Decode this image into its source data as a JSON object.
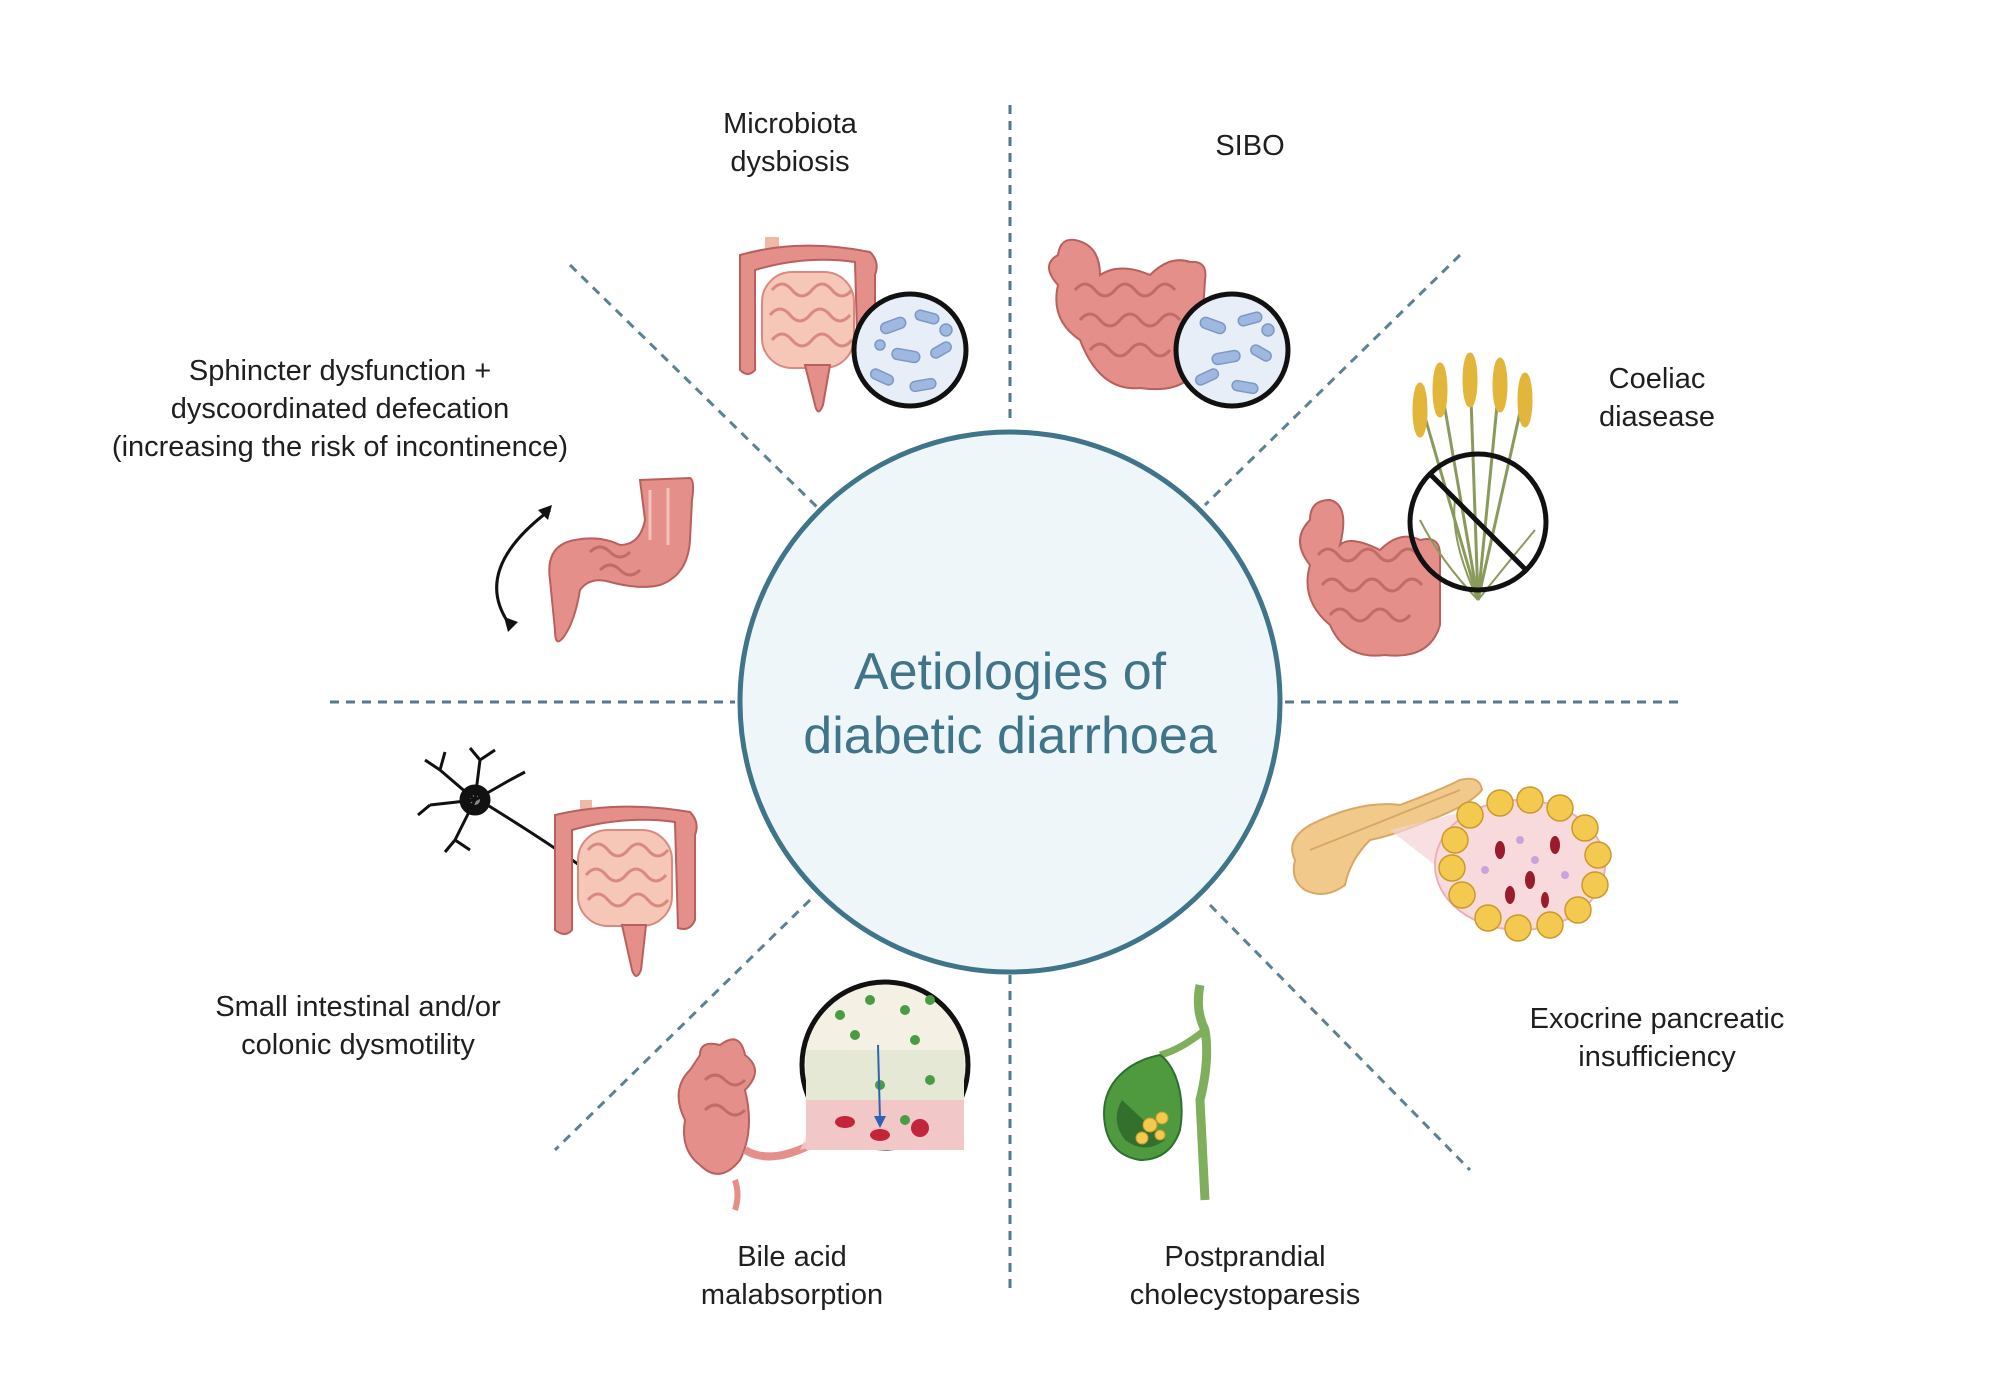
{
  "title": "Aetiologies of\ndiabetic diarrhoea",
  "colors": {
    "circle_stroke": "#3f7489",
    "circle_fill": "#eef6f9",
    "divider": "#3e6b80",
    "intestine": "#e58f8b",
    "intestine_dark": "#b8605f",
    "gallbladder": "#4f9a3f",
    "pancreas": "#f1c98a",
    "wheat": "#e2b53b"
  },
  "labels": {
    "microbiota": "Microbiota\ndysbiosis",
    "sibo": "SIBO",
    "sphincter": "Sphincter dysfunction +\ndyscoordinated defecation\n(increasing the risk of incontinence)",
    "coeliac": "Coeliac\ndiasease",
    "dysmotility": "Small intestinal and/or\ncolonic dysmotility",
    "pancreatic": "Exocrine pancreatic\ninsufficiency",
    "bile": "Bile acid\nmalabsorption",
    "cholecysto": "Postprandial\ncholecystoparesis"
  },
  "icons": [
    "colon-icon",
    "bacteria-icon",
    "small-intestine-icon",
    "wheat-icon",
    "no-sign-icon",
    "neuron-icon",
    "pancreas-icon",
    "acinus-icon",
    "gallbladder-icon",
    "ileum-icon",
    "villi-icon",
    "curved-arrow-icon"
  ]
}
